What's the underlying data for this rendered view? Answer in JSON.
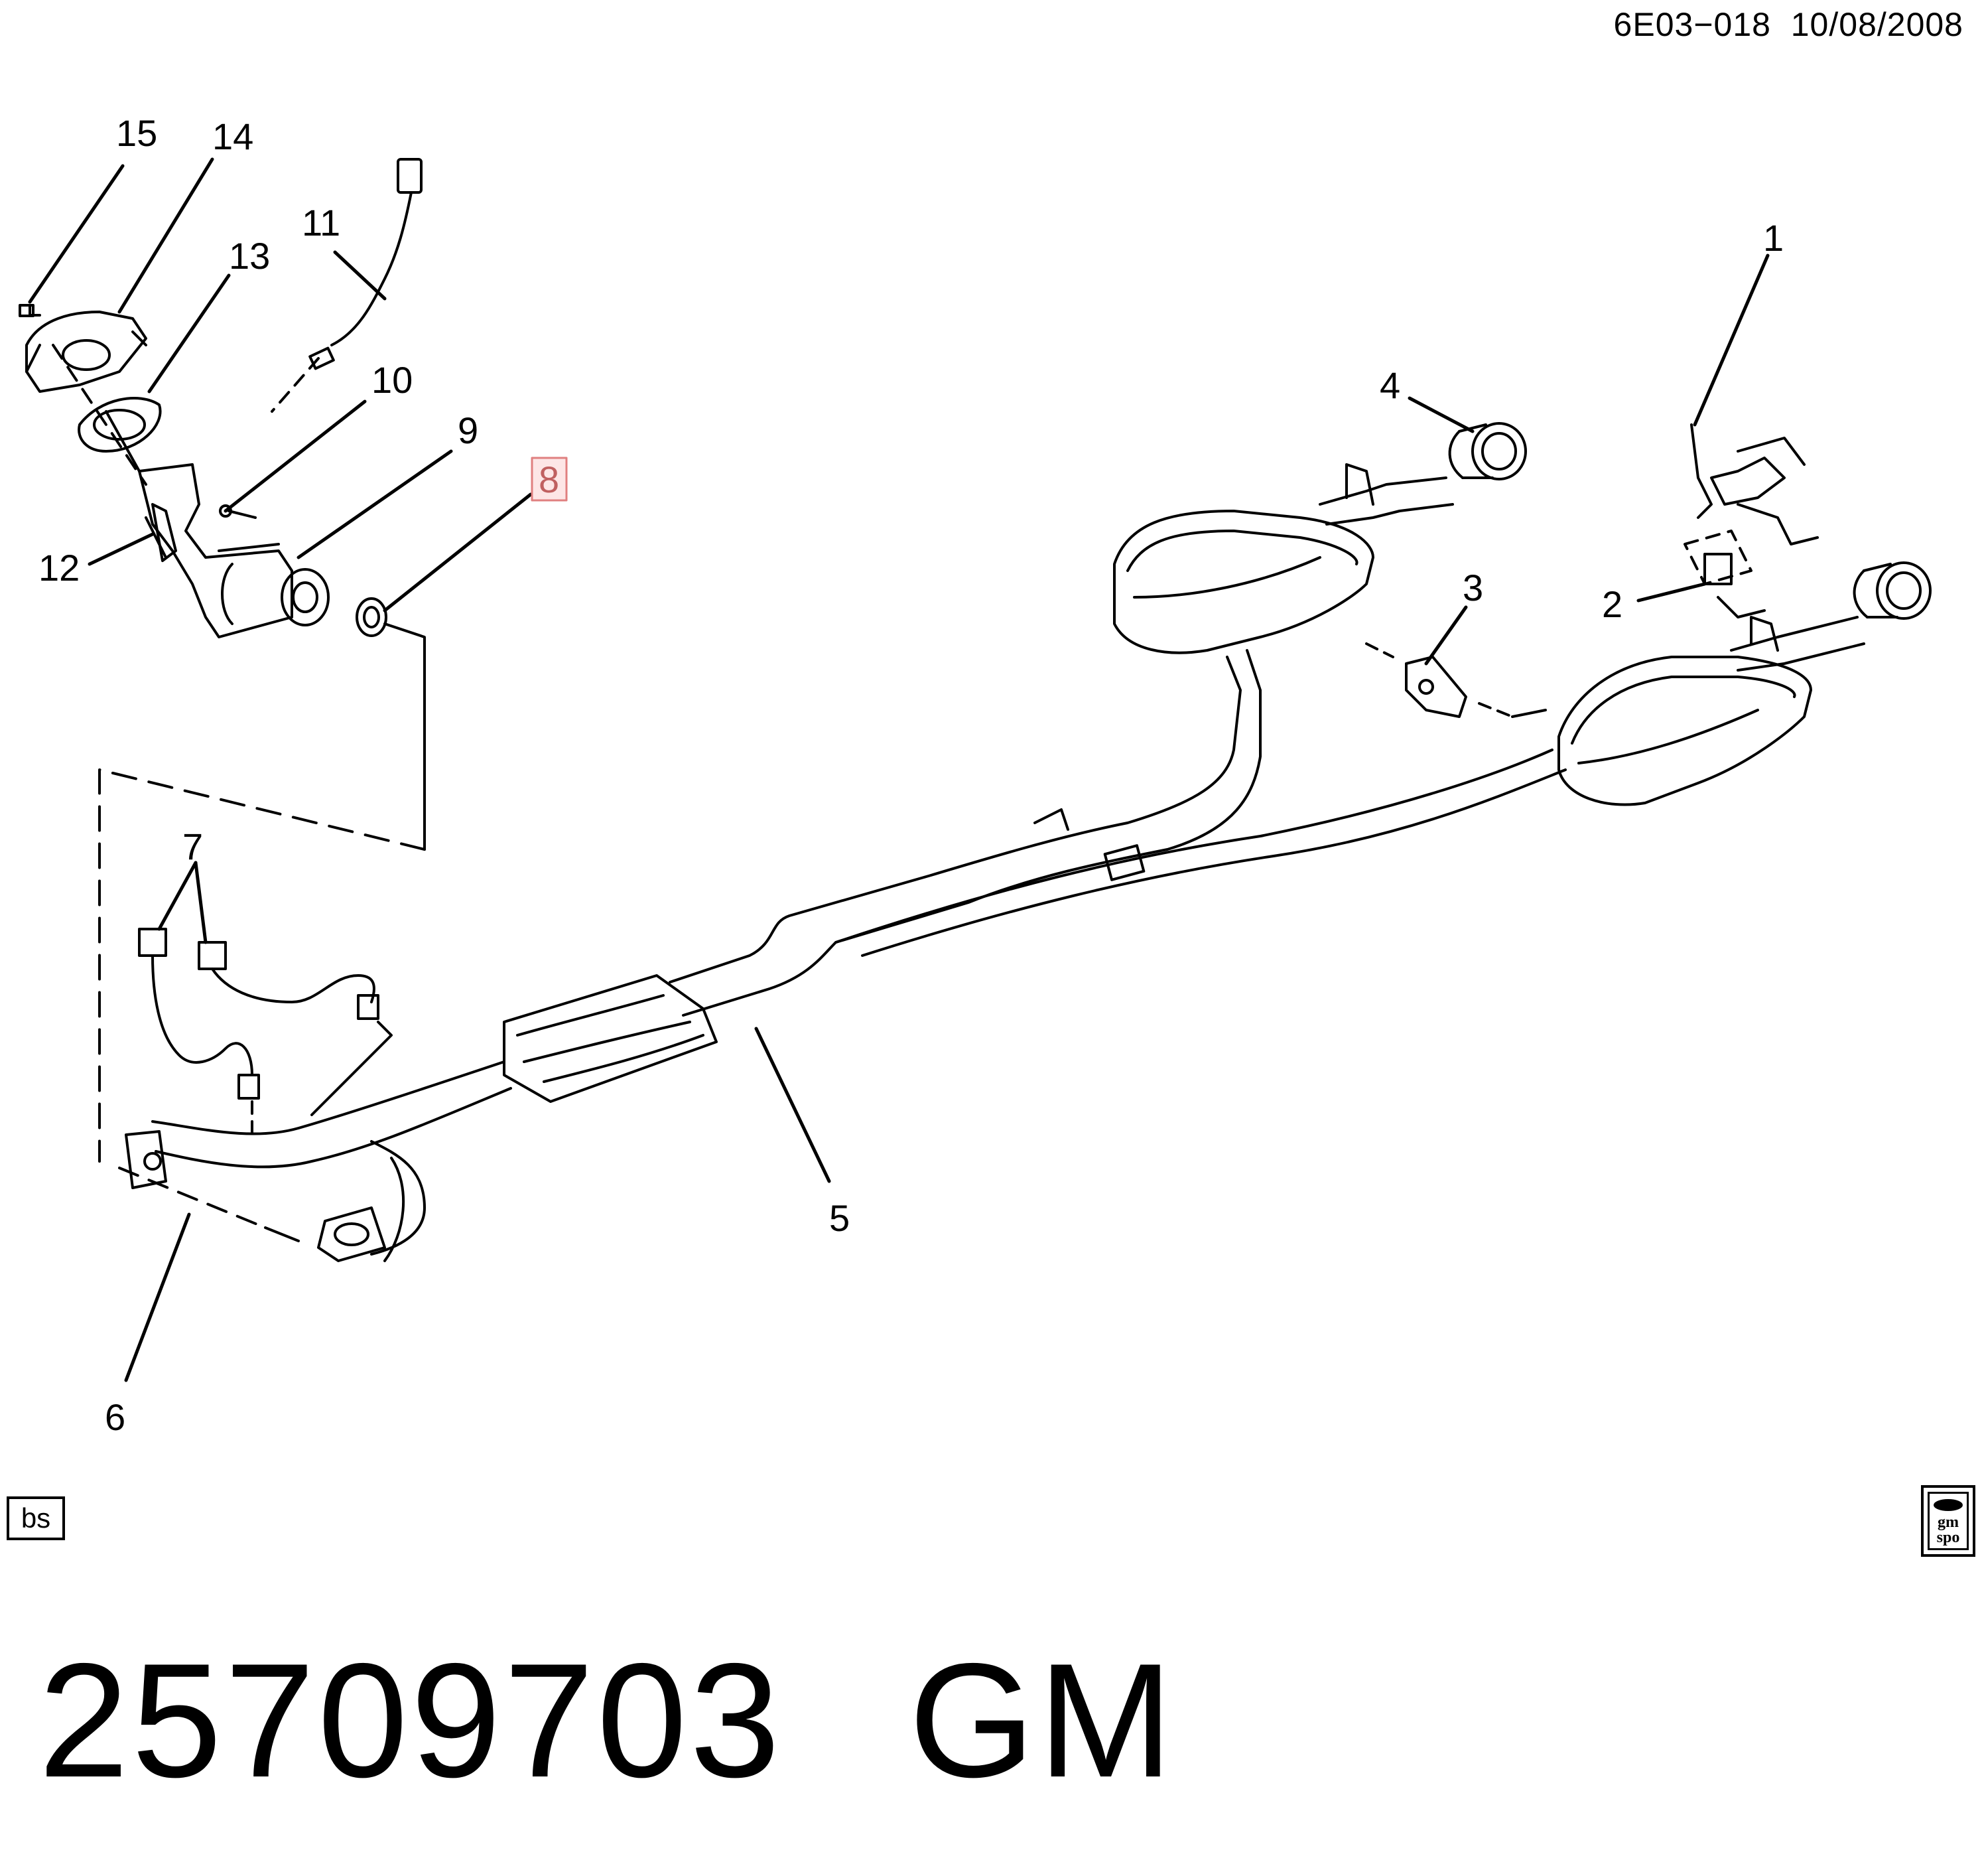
{
  "header": {
    "diagram_ref": "6E03−018",
    "date": "10/08/2008"
  },
  "callouts": [
    {
      "id": "c1",
      "label": "1"
    },
    {
      "id": "c2",
      "label": "2"
    },
    {
      "id": "c3",
      "label": "3"
    },
    {
      "id": "c4",
      "label": "4"
    },
    {
      "id": "c5",
      "label": "5"
    },
    {
      "id": "c6",
      "label": "6"
    },
    {
      "id": "c7",
      "label": "7"
    },
    {
      "id": "c8",
      "label": "8",
      "highlighted": true
    },
    {
      "id": "c9",
      "label": "9"
    },
    {
      "id": "c10",
      "label": "10"
    },
    {
      "id": "c11",
      "label": "11"
    },
    {
      "id": "c12",
      "label": "12"
    },
    {
      "id": "c13",
      "label": "13"
    },
    {
      "id": "c14",
      "label": "14"
    },
    {
      "id": "c15",
      "label": "15"
    }
  ],
  "badges": {
    "left": "bs",
    "right_line1": "gm",
    "right_line2": "spo"
  },
  "footer": {
    "part_number": "25709703",
    "brand": "GM"
  },
  "colors": {
    "line": "#000000",
    "highlight_fill": "#fde6e6",
    "highlight_stroke": "#e08080",
    "highlight_text": "#c06060"
  }
}
